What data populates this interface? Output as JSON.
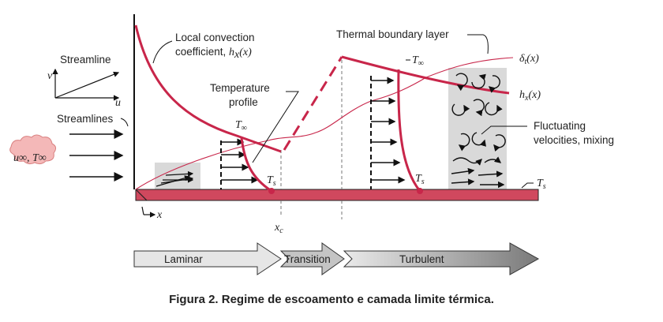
{
  "figure": {
    "caption": "Figura 2.  Regime de escoamento e camada limite térmica.",
    "colors": {
      "curve": "#c8264a",
      "thin_curve": "#c8264a",
      "plate": "#d0485e",
      "shade": "#d9d9d9",
      "cloud": "#f4b8b8",
      "arrow_fill": "#c8c8c8"
    }
  },
  "labels": {
    "streamline": "Streamline",
    "v": "v",
    "u": "u",
    "streamlines": "Streamlines",
    "free_stream": "u∞, T∞",
    "local_conv_1": "Local convection",
    "local_conv_2": "coefficient, hₓ(x)",
    "temp_profile_1": "Temperature",
    "temp_profile_2": "profile",
    "t_inf_left": "T∞",
    "t_s_left": "Ts",
    "thermal_bl": "Thermal boundary layer",
    "t_inf_right": "T∞",
    "delta_t": "δt(x)",
    "hx": "hx(x)",
    "fluct_1": "Fluctuating",
    "fluct_2": "velocities, mixing",
    "t_s_mid": "Ts",
    "t_s_right": "Ts",
    "x_axis": "x",
    "xc": "xc"
  },
  "regimes": {
    "laminar": "Laminar",
    "transition": "Transition",
    "turbulent": "Turbulent"
  }
}
